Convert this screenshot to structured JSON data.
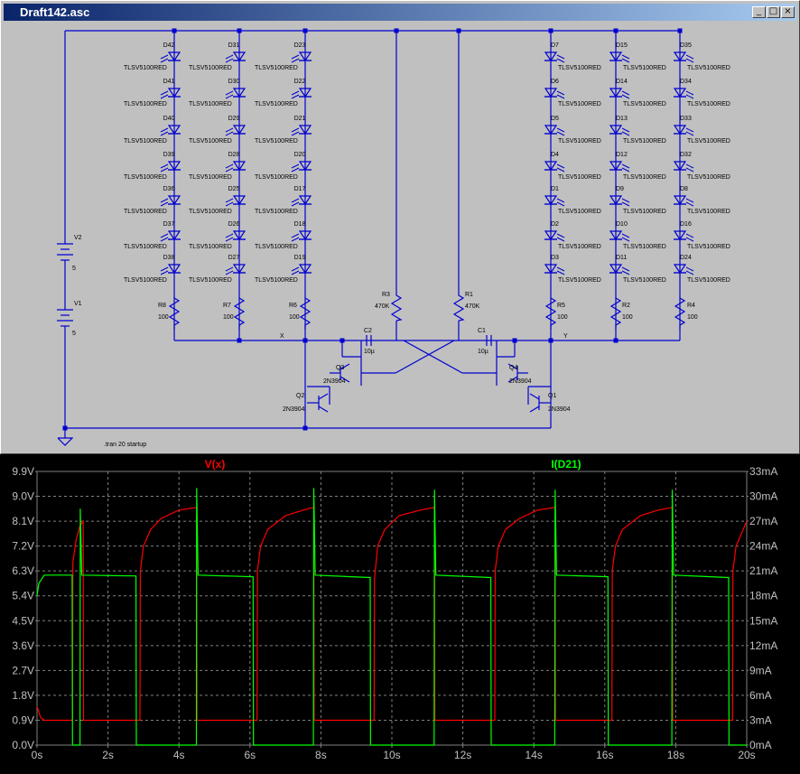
{
  "window": {
    "title": "Draft142.asc",
    "btn_min": "_",
    "btn_max": "□",
    "btn_close": "×"
  },
  "schematic": {
    "spice_directive": ".tran 20 startup",
    "led_model": "TLSV5100RED",
    "led_columns": [
      [
        "D42",
        "D41",
        "D40",
        "D39",
        "D36",
        "D37",
        "D38"
      ],
      [
        "D31",
        "D30",
        "D29",
        "D28",
        "D25",
        "D26",
        "D27"
      ],
      [
        "D23",
        "D22",
        "D21",
        "D20",
        "D17",
        "D18",
        "D19"
      ],
      [
        "D7",
        "D6",
        "D5",
        "D4",
        "D1",
        "D2",
        "D3"
      ],
      [
        "D15",
        "D14",
        "D13",
        "D12",
        "D9",
        "D10",
        "D11"
      ],
      [
        "D35",
        "D34",
        "D33",
        "D32",
        "D8",
        "D16",
        "D24"
      ]
    ],
    "resistors": [
      {
        "ref": "R8",
        "value": "100"
      },
      {
        "ref": "R7",
        "value": "100"
      },
      {
        "ref": "R6",
        "value": "100"
      },
      {
        "ref": "R3",
        "value": "470K"
      },
      {
        "ref": "R1",
        "value": "470K"
      },
      {
        "ref": "R5",
        "value": "100"
      },
      {
        "ref": "R2",
        "value": "100"
      },
      {
        "ref": "R4",
        "value": "100"
      }
    ],
    "capacitors": [
      {
        "ref": "C2",
        "value": "10µ"
      },
      {
        "ref": "C1",
        "value": "10µ"
      }
    ],
    "transistors": [
      {
        "ref": "Q3",
        "model": "2N3904"
      },
      {
        "ref": "Q2",
        "model": "2N3904"
      },
      {
        "ref": "Q4",
        "model": "2N3904"
      },
      {
        "ref": "Q1",
        "model": "2N3904"
      }
    ],
    "sources": [
      {
        "ref": "V2",
        "value": "5"
      },
      {
        "ref": "V1",
        "value": "5"
      }
    ],
    "net_labels": [
      "X",
      "Y"
    ]
  },
  "waveform": {
    "trace_labels": [
      "V(x)",
      "I(D21)"
    ],
    "trace_colors": [
      "#ff0000",
      "#00ff00"
    ],
    "left_ticks": [
      "9.9V",
      "9.0V",
      "8.1V",
      "7.2V",
      "6.3V",
      "5.4V",
      "4.5V",
      "3.6V",
      "2.7V",
      "1.8V",
      "0.9V",
      "0.0V"
    ],
    "right_ticks": [
      "33mA",
      "30mA",
      "27mA",
      "24mA",
      "21mA",
      "18mA",
      "15mA",
      "12mA",
      "9mA",
      "6mA",
      "3mA",
      "0mA"
    ],
    "x_ticks": [
      "0s",
      "2s",
      "4s",
      "6s",
      "8s",
      "10s",
      "12s",
      "14s",
      "16s",
      "18s",
      "20s"
    ]
  },
  "chart_data": {
    "type": "line",
    "title": "",
    "xlabel": "",
    "ylabel": "",
    "xlim": [
      0,
      20
    ],
    "ylim": [
      0,
      9.9
    ],
    "y2lim": [
      0,
      33
    ],
    "grid": true,
    "series": [
      {
        "name": "V(x)",
        "axis": "left",
        "color": "#ff0000",
        "x": [
          0,
          0.1,
          0.2,
          1,
          1.01,
          1.1,
          1.2,
          1.3,
          1.31,
          1.4,
          2.8,
          2.9,
          2.91,
          3,
          3.2,
          3.5,
          4,
          4.5,
          4.51,
          4.6,
          6.1,
          6.2,
          6.21,
          6.3,
          6.5,
          7,
          7.5,
          7.8,
          7.81,
          7.9,
          9.4,
          9.5,
          9.51,
          9.6,
          9.8,
          10.2,
          10.8,
          11.2,
          11.21,
          11.3,
          12.8,
          12.9,
          12.91,
          13,
          13.2,
          13.6,
          14.1,
          14.6,
          14.61,
          14.7,
          16.1,
          16.2,
          16.21,
          16.3,
          16.5,
          17,
          17.5,
          17.9,
          17.91,
          18,
          19.5,
          19.6,
          19.61,
          19.7,
          19.9,
          20
        ],
        "y": [
          1.4,
          1,
          0.9,
          0.9,
          6.6,
          7.4,
          7.9,
          8.1,
          0.9,
          0.9,
          0.9,
          0.9,
          6.3,
          7.2,
          7.8,
          8.2,
          8.5,
          8.6,
          0.9,
          0.9,
          0.9,
          0.9,
          6.3,
          7.2,
          7.8,
          8.3,
          8.5,
          8.6,
          0.9,
          0.9,
          0.9,
          0.9,
          6,
          7.2,
          7.8,
          8.3,
          8.5,
          8.6,
          0.9,
          0.9,
          0.9,
          0.9,
          6.3,
          7.2,
          7.8,
          8.2,
          8.5,
          8.6,
          0.9,
          0.9,
          0.9,
          0.9,
          6.3,
          7.2,
          7.8,
          8.3,
          8.5,
          8.6,
          0.9,
          0.9,
          0.9,
          0.9,
          6.3,
          7.2,
          7.8,
          8.1
        ]
      },
      {
        "name": "I(D21)",
        "axis": "right",
        "color": "#00ff00",
        "x": [
          0,
          0.05,
          0.2,
          0.99,
          1,
          1.04,
          1.21,
          1.22,
          1.26,
          2.79,
          2.8,
          2.84,
          4.49,
          4.5,
          4.54,
          6.09,
          6.1,
          6.14,
          7.79,
          7.8,
          7.84,
          9.39,
          9.4,
          9.44,
          11.19,
          11.2,
          11.24,
          12.79,
          12.8,
          12.84,
          14.59,
          14.6,
          14.64,
          16.09,
          16.1,
          16.14,
          17.89,
          17.9,
          17.94,
          19.49,
          19.5,
          19.54,
          20
        ],
        "y": [
          18,
          19.5,
          20.5,
          20.5,
          0,
          0,
          0,
          28.5,
          20.5,
          20.4,
          0,
          0,
          0,
          31,
          20.5,
          20.3,
          0,
          0,
          0,
          31,
          20.5,
          20.2,
          0,
          0,
          0,
          30.8,
          20.5,
          20.2,
          0,
          0,
          0,
          30.8,
          20.5,
          20.3,
          0,
          0,
          0,
          30.8,
          20.5,
          20.2,
          0,
          0,
          0
        ]
      }
    ]
  }
}
